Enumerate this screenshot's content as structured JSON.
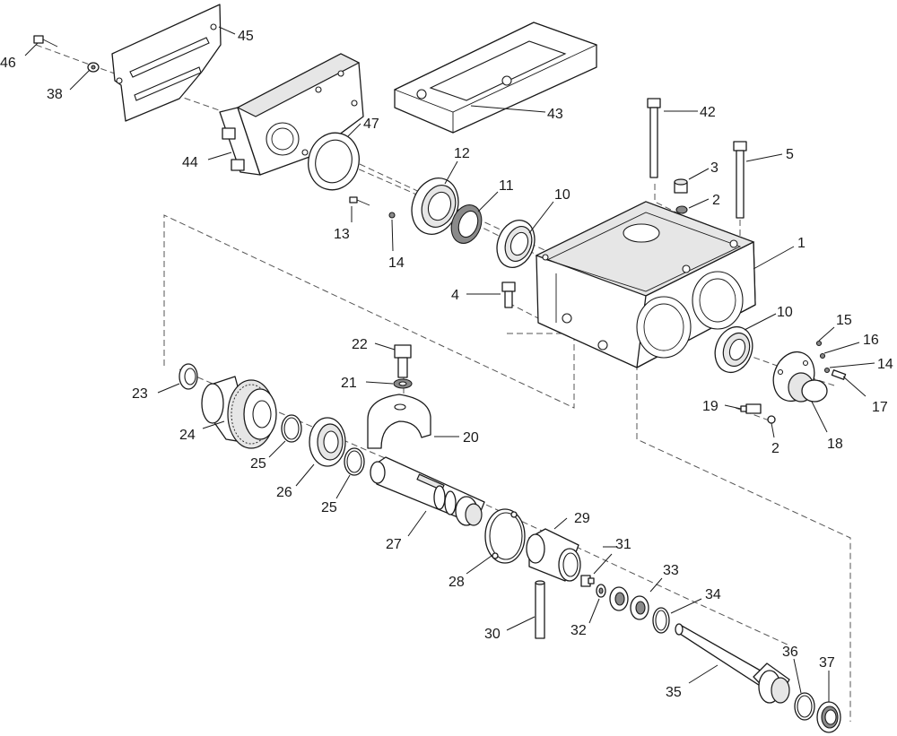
{
  "callouts": {
    "c1": "1",
    "c2a": "2",
    "c2b": "2",
    "c3": "3",
    "c4": "4",
    "c5": "5",
    "c10a": "10",
    "c10b": "10",
    "c11": "11",
    "c12": "12",
    "c13": "13",
    "c14a": "14",
    "c14b": "14",
    "c15": "15",
    "c16": "16",
    "c17": "17",
    "c18": "18",
    "c19": "19",
    "c20": "20",
    "c21": "21",
    "c22": "22",
    "c23": "23",
    "c24": "24",
    "c25a": "25",
    "c25b": "25",
    "c26": "26",
    "c27": "27",
    "c28": "28",
    "c29": "29",
    "c30": "30",
    "c31": "31",
    "c32": "32",
    "c33": "33",
    "c34": "34",
    "c35": "35",
    "c36": "36",
    "c37": "37",
    "c38": "38",
    "c42": "42",
    "c43": "43",
    "c44": "44",
    "c45": "45",
    "c46": "46",
    "c47": "47"
  }
}
